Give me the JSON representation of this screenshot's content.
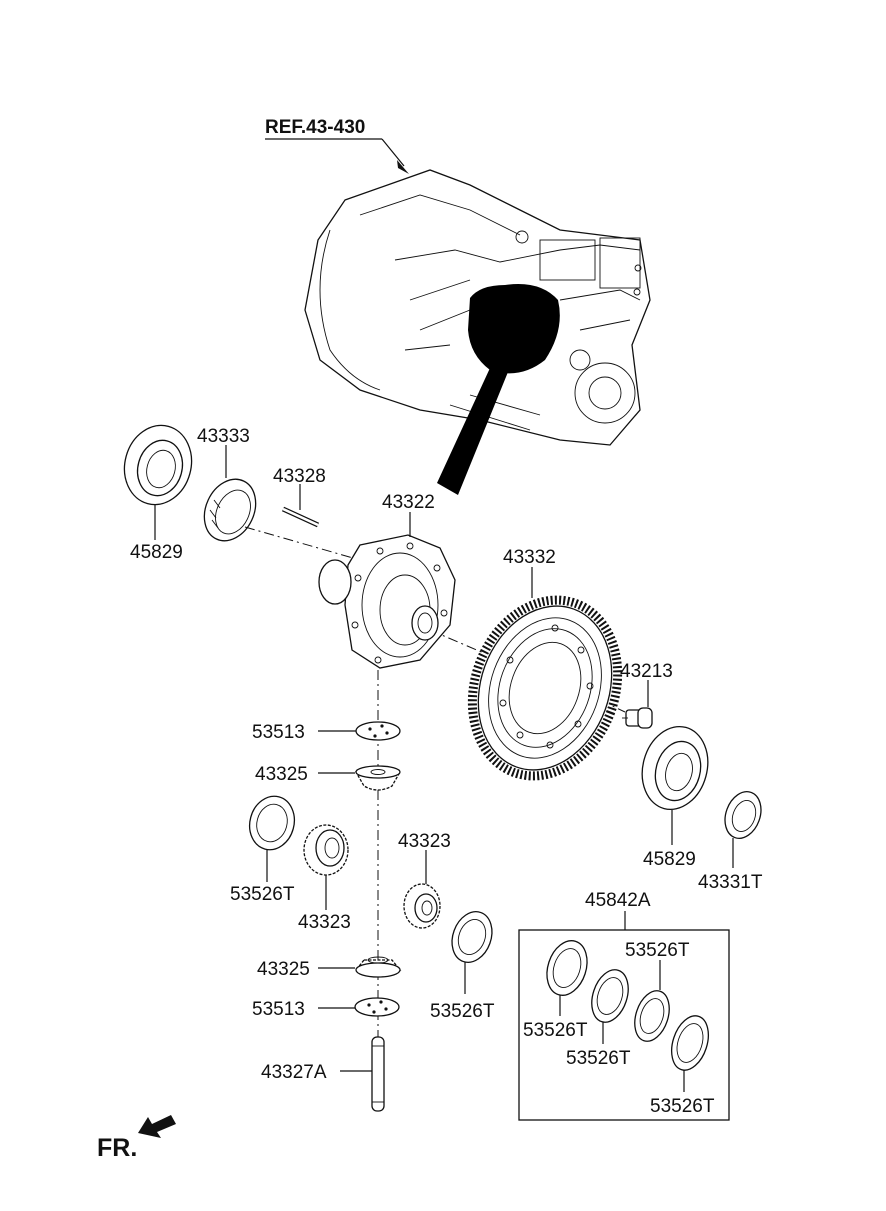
{
  "diagram": {
    "reference": "REF.43-430",
    "orientation": "FR.",
    "kit": {
      "code": "45842A"
    },
    "labels": {
      "bearing_left": "45829",
      "shim_left": "43333",
      "pinion_shaft_pin": "43328",
      "differential_case": "43322",
      "final_driven_gear": "43332",
      "bolt": "43213",
      "bearing_right": "45829",
      "shim_right": "43331T",
      "washer_upper": "53513",
      "pinion_gear_upper": "43325",
      "thrust_washer_left": "53526T",
      "side_gear_left": "43323",
      "side_gear_right": "43323",
      "pinion_gear_lower": "43325",
      "washer_lower": "53513",
      "thrust_washer_mid": "53526T",
      "pinion_shaft": "43327A",
      "kit_washer_1": "53526T",
      "kit_washer_2": "53526T",
      "kit_washer_3": "53526T",
      "kit_washer_4": "53526T"
    }
  }
}
